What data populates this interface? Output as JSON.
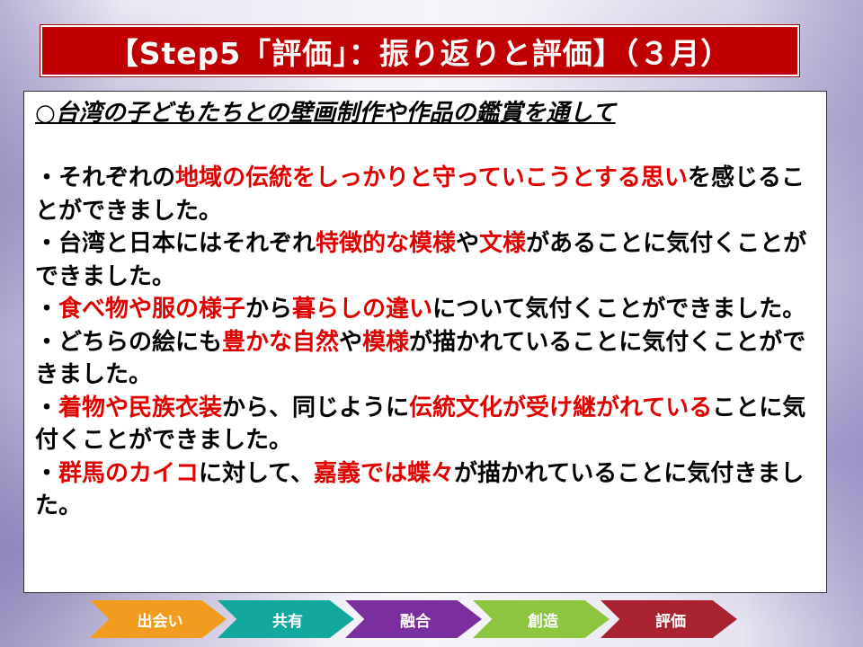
{
  "slide": {
    "title": "【Step5「評価」：振り返りと評価】（３月）",
    "heading": "○台湾の子どもたちとの壁画制作や作品の鑑賞を通して",
    "bullets": [
      {
        "segments": [
          {
            "text": "・それぞれの",
            "highlight": false
          },
          {
            "text": "地域の伝統をしっかりと守っていこうとする思い",
            "highlight": true
          },
          {
            "text": "を感じることができました。",
            "highlight": false
          }
        ]
      },
      {
        "segments": [
          {
            "text": "・台湾と日本にはそれぞれ",
            "highlight": false
          },
          {
            "text": "特徴的な模様",
            "highlight": true
          },
          {
            "text": "や",
            "highlight": false
          },
          {
            "text": "文様",
            "highlight": true
          },
          {
            "text": "があることに気付くことができました。",
            "highlight": false
          }
        ]
      },
      {
        "segments": [
          {
            "text": "・",
            "highlight": false
          },
          {
            "text": "食べ物や服の様子",
            "highlight": true
          },
          {
            "text": "から",
            "highlight": false
          },
          {
            "text": "暮らしの違い",
            "highlight": true
          },
          {
            "text": "について気付くことができました。",
            "highlight": false
          }
        ]
      },
      {
        "segments": [
          {
            "text": "・どちらの絵にも",
            "highlight": false
          },
          {
            "text": "豊かな自然",
            "highlight": true
          },
          {
            "text": "や",
            "highlight": false
          },
          {
            "text": "模様",
            "highlight": true
          },
          {
            "text": "が描かれていることに気付くことができました。",
            "highlight": false
          }
        ]
      },
      {
        "segments": [
          {
            "text": "・",
            "highlight": false
          },
          {
            "text": "着物や民族衣装",
            "highlight": true
          },
          {
            "text": "から、同じように",
            "highlight": false
          },
          {
            "text": "伝統文化が受け継がれている",
            "highlight": true
          },
          {
            "text": "ことに気付くことができました。",
            "highlight": false
          }
        ]
      },
      {
        "segments": [
          {
            "text": "・",
            "highlight": false
          },
          {
            "text": "群馬のカイコ",
            "highlight": true
          },
          {
            "text": "に対して、",
            "highlight": false
          },
          {
            "text": "嘉義では蝶々",
            "highlight": true
          },
          {
            "text": "が描かれていることに気付きました。",
            "highlight": false
          }
        ]
      }
    ]
  },
  "flow": {
    "steps": [
      {
        "label": "出会い",
        "color": "#f29c1f"
      },
      {
        "label": "共有",
        "color": "#12a8a0"
      },
      {
        "label": "融合",
        "color": "#7b2f9e"
      },
      {
        "label": "創造",
        "color": "#8cc63f"
      },
      {
        "label": "評価",
        "color": "#a8232f"
      }
    ]
  },
  "colors": {
    "title_bg": "#c00000",
    "highlight": "#e00000"
  }
}
